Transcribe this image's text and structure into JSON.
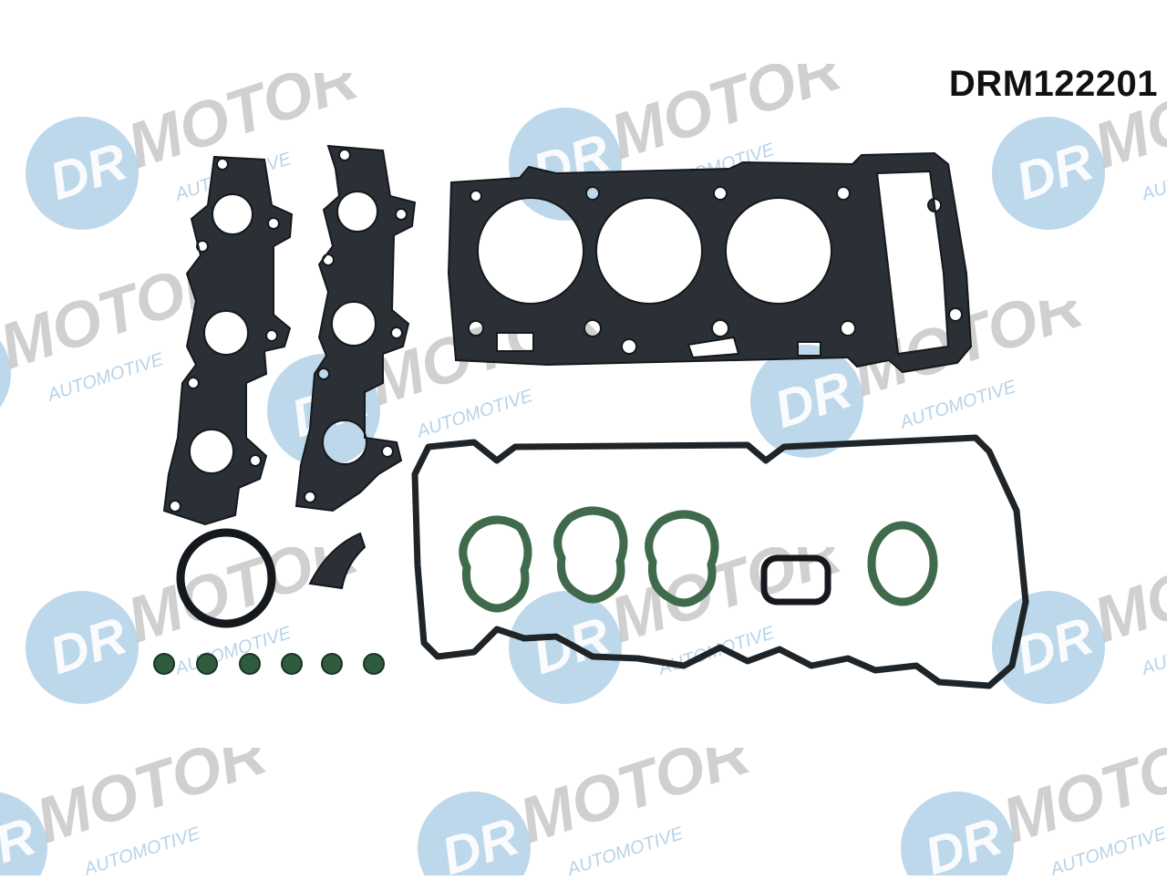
{
  "product": {
    "part_code": "DRM122201"
  },
  "watermark": {
    "brand": "DR.MOTOR",
    "brand_part_1": "DR",
    "brand_part_2": "MOTOR",
    "subline": "AUTOMOTIVE",
    "color_circle": "#7aaed6",
    "color_text": "#a9a9a9"
  },
  "colors": {
    "gasket_dark": "#2b3036",
    "gasket_edge": "#15191d",
    "seal_green": "#3f6b4c",
    "background": "#ffffff"
  }
}
